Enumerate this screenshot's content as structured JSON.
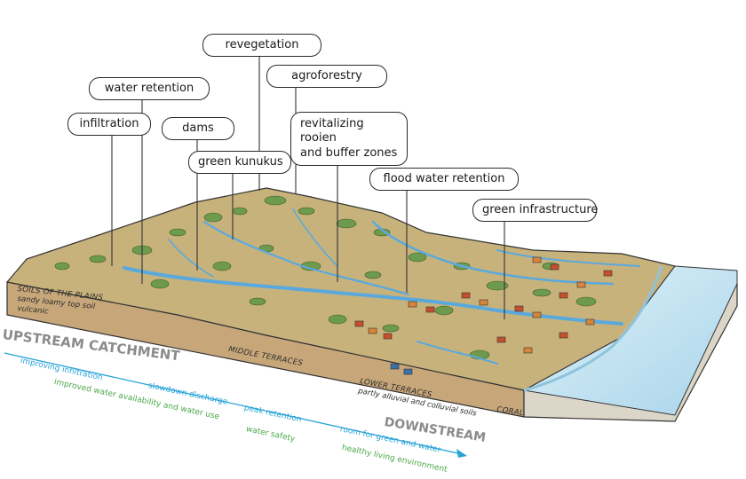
{
  "callouts": {
    "revegetation": "revegetation",
    "agroforestry": "agroforestry",
    "water_retention": "water retention",
    "infiltration": "infiltration",
    "dams": "dams",
    "revitalizing_line1": "revitalizing rooien",
    "revitalizing_line2": "and buffer zones",
    "green_kunukus": "green kunukus",
    "flood_water_retention": "flood water retention",
    "green_infrastructure": "green infrastructure"
  },
  "block_labels": {
    "soils_title": "SOILS OF THE PLAINS",
    "soils_line2": "sandy loamy top soil",
    "soils_line3": "vulcanic",
    "middle_terraces": "MIDDLE TERRACES",
    "lower_terraces_title": "LOWER TERRACES",
    "lower_terraces_line2": "partly alluvial and colluvial soils",
    "coral": "CORAL"
  },
  "zones": {
    "upstream": "UPSTREAM CATCHMENT",
    "downstream": "DOWNSTREAM"
  },
  "benefits": [
    {
      "text": "improving infiltration",
      "color": "#27a3d6"
    },
    {
      "text": "slowdown discharge",
      "color": "#27a3d6"
    },
    {
      "text": "improved water availability and water use",
      "color": "#4aa84a"
    },
    {
      "text": "peak retention",
      "color": "#27a3d6"
    },
    {
      "text": "water safety",
      "color": "#4aa84a"
    },
    {
      "text": "room for green and water",
      "color": "#27a3d6"
    },
    {
      "text": "healthy living environment",
      "color": "#4aa84a"
    }
  ],
  "colors": {
    "terrain": "#c8b27c",
    "vegetation": "#6e9a4e",
    "water": "#5aa9dd",
    "sea": "#bfe0ef",
    "soil_side": "#c7a77a",
    "arrow": "#27a3d6"
  }
}
